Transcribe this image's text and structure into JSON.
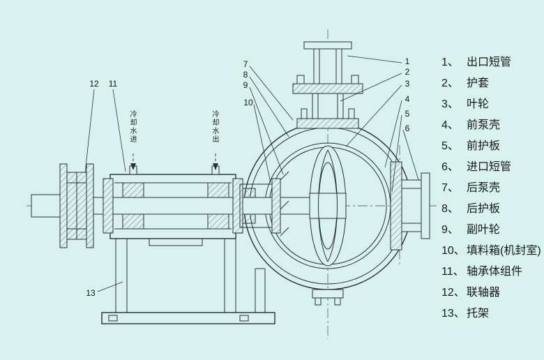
{
  "page": {
    "background": "#d9f2f0",
    "line_color": "#2b2f33"
  },
  "annotations": {
    "cooling_in": "冷却水进",
    "cooling_out": "冷却水出"
  },
  "callouts": {
    "c1": "1",
    "c2": "2",
    "c3": "3",
    "c4": "4",
    "c5": "5",
    "c6": "6",
    "c7": "7",
    "c8": "8",
    "c9": "9",
    "c10": "10",
    "c11": "11",
    "c12": "12",
    "c13": "13"
  },
  "legend": {
    "items": [
      {
        "num": "1、",
        "label": "出口短管"
      },
      {
        "num": "2、",
        "label": "护套"
      },
      {
        "num": "3、",
        "label": "叶轮"
      },
      {
        "num": "4、",
        "label": "前泵壳"
      },
      {
        "num": "5、",
        "label": "前护板"
      },
      {
        "num": "6、",
        "label": "进口短管"
      },
      {
        "num": "7、",
        "label": "后泵壳"
      },
      {
        "num": "8、",
        "label": "后护板"
      },
      {
        "num": "9、",
        "label": "副叶轮"
      },
      {
        "num": "10、",
        "label": "填料箱(机封室)"
      },
      {
        "num": "11、",
        "label": "轴承体组件"
      },
      {
        "num": "12、",
        "label": "联轴器"
      },
      {
        "num": "13、",
        "label": "托架"
      }
    ]
  }
}
